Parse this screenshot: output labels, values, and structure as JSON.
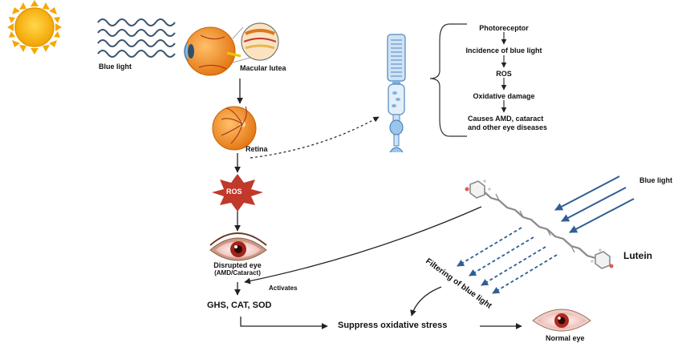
{
  "labels": {
    "blue_light_top": "Blue light",
    "macular_lutea": "Macular lutea",
    "retina": "Retina",
    "ros_star": "ROS",
    "disrupted_eye_line1": "Disrupted eye",
    "disrupted_eye_line2": "(AMD/Cataract)",
    "activates": "Activates",
    "enzymes": "GHS, CAT, SOD",
    "suppress": "Suppress oxidative stress",
    "normal_eye": "Normal eye",
    "blue_light_right": "Blue light",
    "lutein": "Lutein",
    "filtering": "Filtering of blue light"
  },
  "cascade": [
    "Photoreceptor",
    "Incidence of blue light",
    "ROS",
    "Oxidative damage",
    "Causes AMD, cataract",
    "and other eye diseases"
  ],
  "colors": {
    "sun": "#f7b500",
    "wave": "#3a5570",
    "blue_arrow": "#2f5f93",
    "ros_star": "#c0392b",
    "eyeball": "#f08a24",
    "rod": "#7fb2df"
  },
  "icons": [
    "sun-icon",
    "blue-light-waves-icon",
    "eyeball-icon",
    "retina-icon",
    "ros-star-icon",
    "rod-cell-icon",
    "disrupted-eye-icon",
    "normal-eye-icon",
    "lutein-molecule-icon"
  ]
}
